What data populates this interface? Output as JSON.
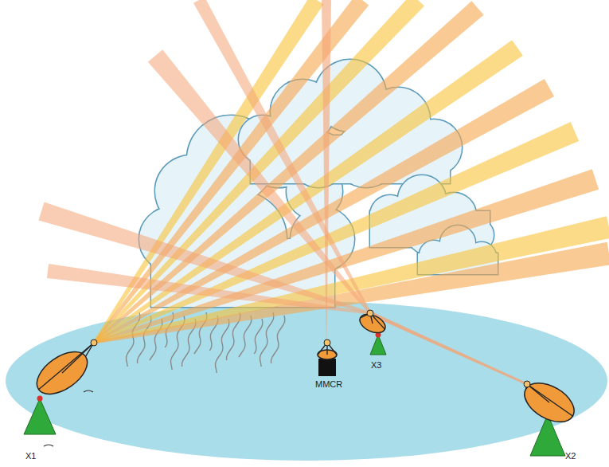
{
  "diagram": {
    "labels": [
      "X1",
      "X3",
      "MMCR",
      "X2"
    ]
  }
}
